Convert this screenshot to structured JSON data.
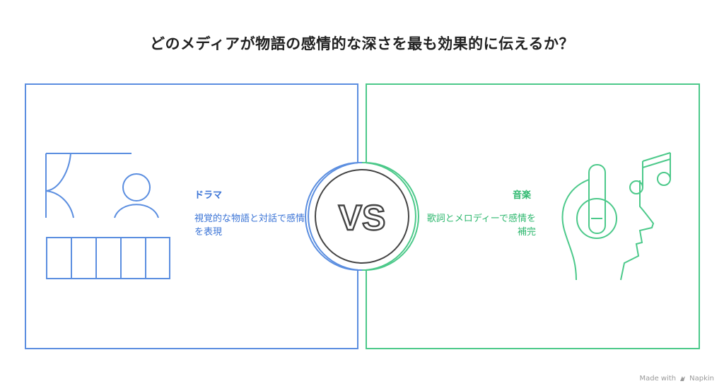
{
  "title": "どのメディアが物語の感情的な深さを最も効果的に伝えるか？",
  "left": {
    "heading": "ドラマ",
    "description": "視覚的な物語と対話で感情を表現",
    "color": "#5b8ee0"
  },
  "right": {
    "heading": "音楽",
    "description": "歌詞とメロディーで感情を補完",
    "color": "#4cc98a"
  },
  "vs_label": "VS",
  "footer": {
    "text": "Made with",
    "brand": "Napkin"
  },
  "icons": [
    "theater-stage-icon",
    "headphones-music-icon",
    "napkin-logo-icon"
  ]
}
